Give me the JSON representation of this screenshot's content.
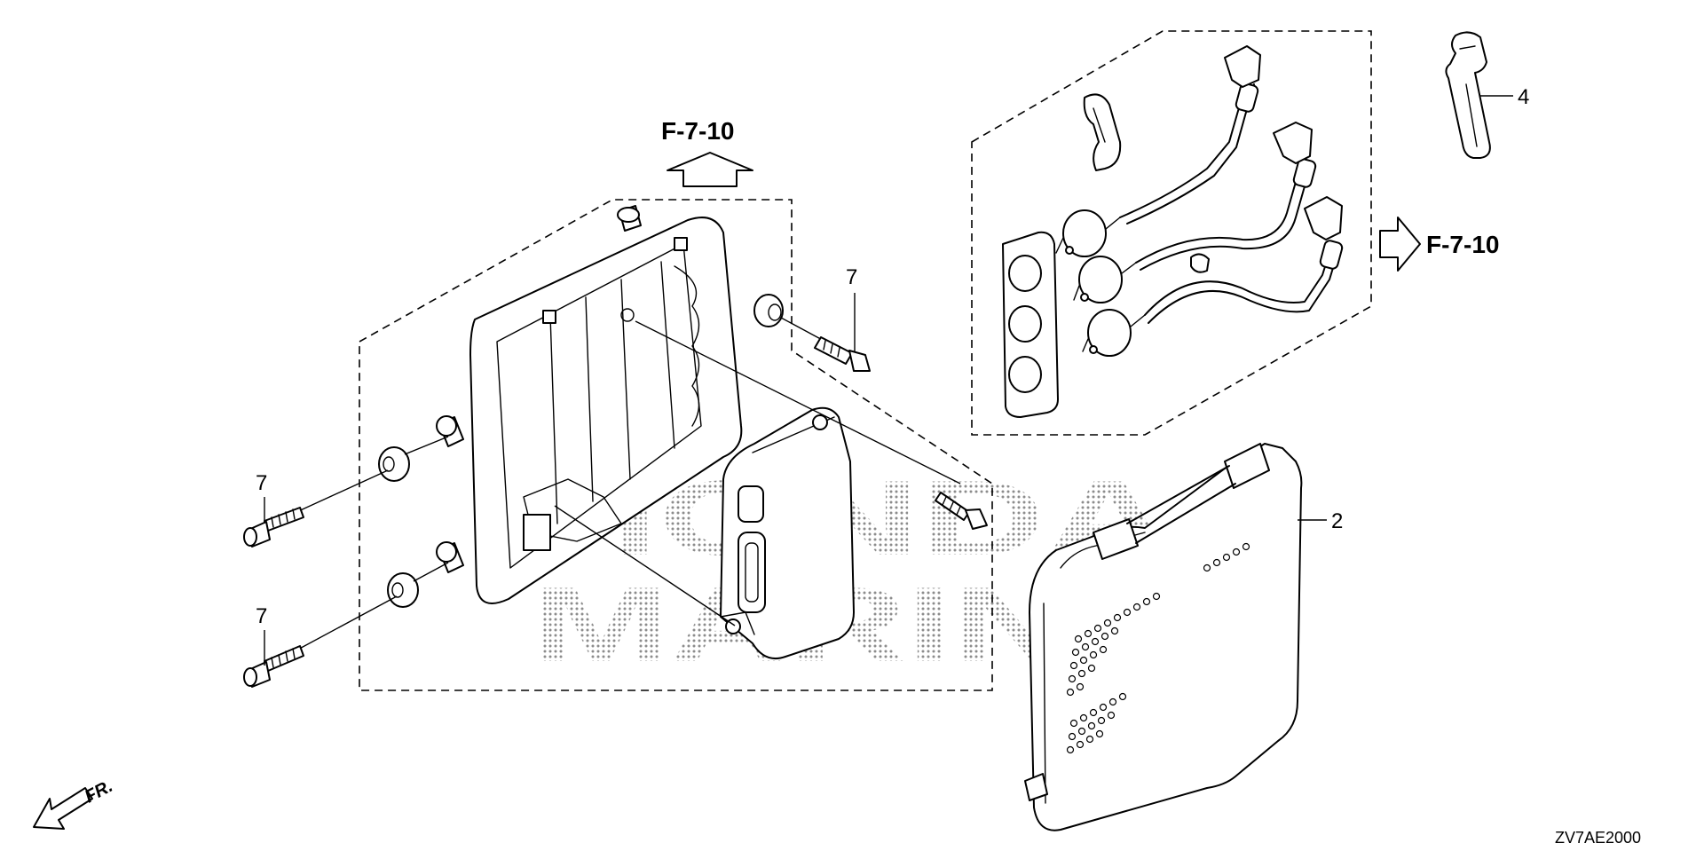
{
  "watermark": {
    "line1": "HONDA",
    "line2": "MARINE"
  },
  "references": {
    "top": "F-7-10",
    "right": "F-7-10"
  },
  "callouts": {
    "bolt_upper": "7",
    "bolt_left_upper": "7",
    "bolt_left_lower": "7",
    "cover": "2",
    "clip": "4"
  },
  "diagram_code": "ZV7AE2000",
  "direction_label": "FR."
}
